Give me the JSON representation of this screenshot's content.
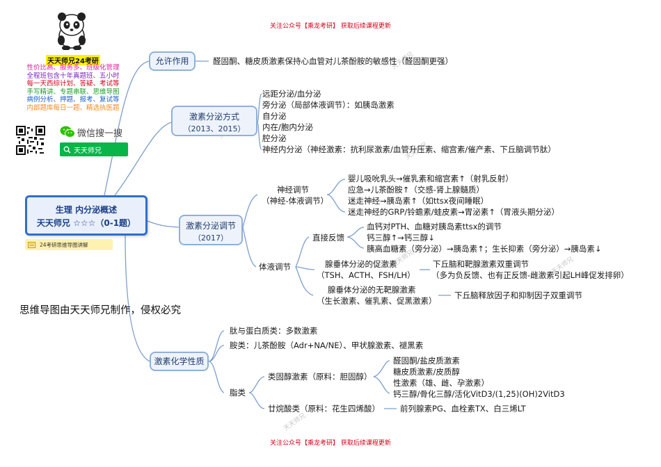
{
  "header_notice": "关注公众号【乘龙考研】 获取后续课程更新",
  "footer_notice": "关注公众号【乘龙考研】 获取后续课程更新",
  "promo": {
    "title": "天天师兄24考研",
    "lines": [
      {
        "text": "性价比高、服务多、班级化管理",
        "color": "#e0219e"
      },
      {
        "text": "全程班包含十年真题班、五小时",
        "color": "#7a22b8"
      },
      {
        "text": "每一天西综计划、答疑、考试等",
        "color": "#d0021b"
      },
      {
        "text": "手写精讲、专题串联、思维导图",
        "color": "#1d9a2a"
      },
      {
        "text": "病例分析、押题、报考、复试等",
        "color": "#1c5fc8"
      },
      {
        "text": "内部题库每日一题、精选执医题",
        "color": "#f08a1c"
      }
    ]
  },
  "wechat": {
    "label": "微信搜一搜",
    "search_text": "天天师兄"
  },
  "main_node": {
    "title": "生理 内分泌概述",
    "subtitle": "天天师兄 ☆☆☆（0-1题）"
  },
  "main_tag": "24考研思维导图讲解",
  "copyright": "思维导图由天天师兄制作，侵权必究",
  "watermark": "天天师兄",
  "branches": {
    "permissive": {
      "label": "允许作用",
      "text": "醛固酮、糖皮质激素保持心血管对儿茶酚胺的敏感性（醛固酮更强）"
    },
    "secretion": {
      "label": "激素分泌方式",
      "label2": "（2013、2015）",
      "items": [
        "远距分泌/血分泌",
        "旁分泌（局部体液调节）：如胰岛激素",
        "自分泌",
        "内在/胞内分泌",
        "腔分泌",
        "神经内分泌（神经激素：抗利尿激素/血管升压素、缩宫素/催产素、下丘脑调节肽）"
      ]
    },
    "regulation": {
      "label": "激素分泌调节",
      "label2": "（2017）",
      "neural": {
        "label": "神经调节",
        "label2": "（神经-体液调节）",
        "items": [
          "婴儿吸吮乳头→催乳素和缩宫素↑（射乳反射）",
          "应急→儿茶酚胺↑（交感-肾上腺髓质）",
          "迷走神经→胰岛素↑（如ttsx夜间睡眠）",
          "迷走神经的GRP/铃蟾素/蛙皮素→胃泌素↑（胃液头期分泌）"
        ]
      },
      "humoral": {
        "label": "体液调节",
        "direct": {
          "label": "直接反馈",
          "items": [
            "血钙对PTH、血糖对胰岛素ttsx的调节",
            "钙三醇↑→钙三醇↓",
            "胰高血糖素（旁分泌）→胰岛素↑；生长抑素（旁分泌）→胰岛素↓"
          ]
        },
        "pituitary_target": {
          "label": "腺垂体分泌的促激素",
          "label2": "（TSH、ACTH、FSH/LH）",
          "text": "下丘脑和靶腺激素双重调节",
          "text2": "（多为负反馈、也有正反馈-雌激素引起LH峰促发排卵）"
        },
        "pituitary_nontarget": {
          "label": "腺垂体分泌的无靶腺激素",
          "label2": "（生长激素、催乳素、促黑激素）",
          "text": "下丘脑释放因子和抑制因子双重调节"
        }
      }
    },
    "chemistry": {
      "label": "激素化学性质",
      "peptide": "肽与蛋白质类：多数激素",
      "amine": "胺类：儿茶酚胺（Adr+NA/NE）、甲状腺激素、褪黑素",
      "lipid": {
        "label": "脂类",
        "steroid": {
          "label": "类固醇激素（原料：胆固醇）",
          "items": [
            "醛固酮/盐皮质激素",
            "糖皮质激素/皮质醇",
            "性激素（雄、雌、孕激素）",
            "钙三醇/骨化三醇/活化VitD3/(1,25)(OH)2VitD3"
          ]
        },
        "eicosanoid": {
          "label": "廿烷酸类（原料：花生四烯酸）",
          "text": "前列腺素PG、血栓素TX、白三烯LT"
        }
      }
    }
  }
}
